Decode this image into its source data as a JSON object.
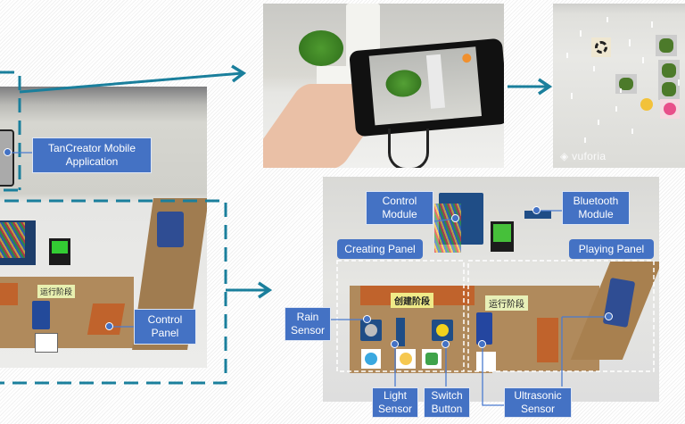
{
  "figure": {
    "left_photo": {
      "callouts": {
        "mobile_app": "TanCreator Mobile\nApplication",
        "control_panel": "Control\nPanel"
      },
      "panel_sign": "运行阶段"
    },
    "top_middle_photo": {
      "description": "Phone on tripod running AR app"
    },
    "top_right_photo": {
      "watermark": "vuforia"
    },
    "bottom_right_photo": {
      "callouts": {
        "control_module": "Control\nModule",
        "bluetooth_module": "Bluetooth\nModule",
        "creating_panel": "Creating Panel",
        "playing_panel": "Playing Panel",
        "rain_sensor": "Rain\nSensor",
        "light_sensor": "Light\nSensor",
        "switch_button": "Switch\nButton",
        "ultrasonic_sensor": "Ultrasonic\nSensor"
      },
      "signs": {
        "creating": "创建阶段",
        "running": "运行阶段"
      }
    },
    "colors": {
      "callout_fill": "#4472c4",
      "arrow": "#1a7f9c",
      "dashed_frame": "#1a7f9c"
    }
  }
}
